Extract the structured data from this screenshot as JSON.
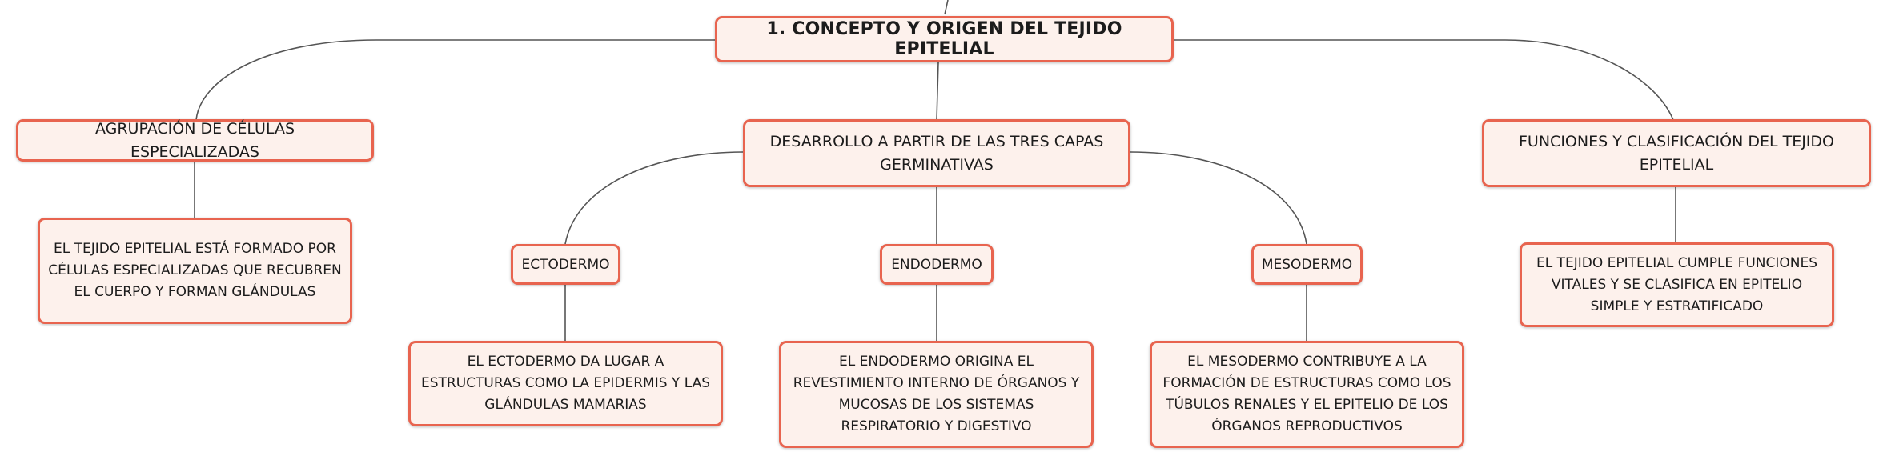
{
  "colors": {
    "border": "#e8644f",
    "fill": "#fdf1ec",
    "line": "#555555",
    "text": "#1c1c1c"
  },
  "root": {
    "label": "1. CONCEPTO Y ORIGEN DEL TEJIDO EPITELIAL"
  },
  "branches": [
    {
      "label": "AGRUPACIÓN DE CÉLULAS ESPECIALIZADAS",
      "detail": "EL TEJIDO EPITELIAL ESTÁ FORMADO POR CÉLULAS ESPECIALIZADAS QUE RECUBREN EL CUERPO Y FORMAN GLÁNDULAS"
    },
    {
      "label": "DESARROLLO A PARTIR DE LAS TRES CAPAS GERMINATIVAS",
      "children": [
        {
          "label": "ECTODERMO",
          "detail": "EL ECTODERMO DA LUGAR A ESTRUCTURAS COMO LA EPIDERMIS Y LAS GLÁNDULAS MAMARIAS"
        },
        {
          "label": "ENDODERMO",
          "detail": "EL ENDODERMO ORIGINA EL REVESTIMIENTO INTERNO DE ÓRGANOS Y MUCOSAS DE LOS SISTEMAS RESPIRATORIO Y DIGESTIVO"
        },
        {
          "label": "MESODERMO",
          "detail": "EL MESODERMO CONTRIBUYE A LA FORMACIÓN DE ESTRUCTURAS COMO LOS TÚBULOS RENALES Y EL EPITELIO DE LOS ÓRGANOS REPRODUCTIVOS"
        }
      ]
    },
    {
      "label": "FUNCIONES Y CLASIFICACIÓN DEL TEJIDO EPITELIAL",
      "detail": "EL TEJIDO EPITELIAL CUMPLE FUNCIONES VITALES Y SE CLASIFICA EN EPITELIO SIMPLE Y ESTRATIFICADO"
    }
  ]
}
